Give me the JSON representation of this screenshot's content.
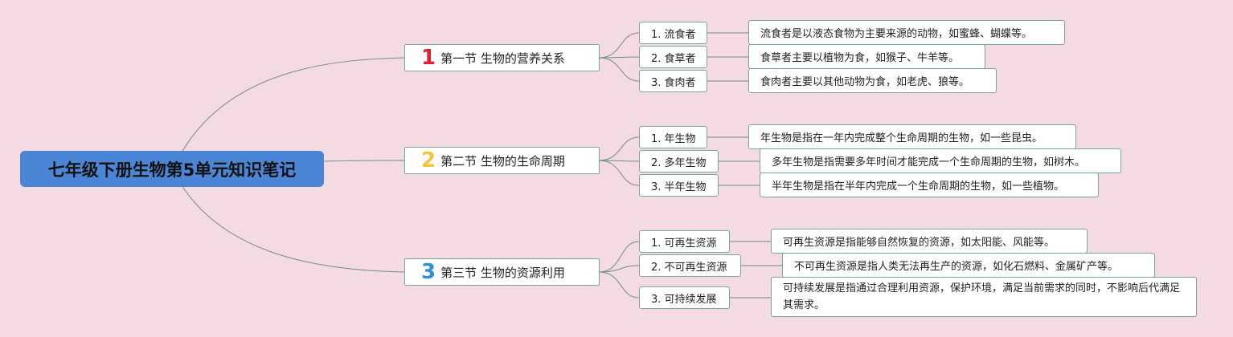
{
  "root": {
    "title": "七年级下册生物第5单元知识笔记"
  },
  "sections": [
    {
      "number": "1",
      "number_color": "#e0202f",
      "title": "第一节 生物的营养关系",
      "items": [
        {
          "label": "1. 流食者",
          "description": "流食者是以液态食物为主要来源的动物，如蜜蜂、蝴蝶等。"
        },
        {
          "label": "2. 食草者",
          "description": "食草者主要以植物为食，如猴子、牛羊等。"
        },
        {
          "label": "3. 食肉者",
          "description": "食肉者主要以其他动物为食，如老虎、狼等。"
        }
      ]
    },
    {
      "number": "2",
      "number_color": "#f2c53d",
      "title": "第二节 生物的生命周期",
      "items": [
        {
          "label": "1. 年生物",
          "description": "年生物是指在一年内完成整个生命周期的生物，如一些昆虫。"
        },
        {
          "label": "2. 多年生物",
          "description": "多年生物是指需要多年时间才能完成一个生命周期的生物，如树木。"
        },
        {
          "label": "3. 半年生物",
          "description": "半年生物是指在半年内完成一个生命周期的生物，如一些植物。"
        }
      ]
    },
    {
      "number": "3",
      "number_color": "#2f8fd8",
      "title": "第三节 生物的资源利用",
      "items": [
        {
          "label": "1. 可再生资源",
          "description": "可再生资源是指能够自然恢复的资源，如太阳能、风能等。"
        },
        {
          "label": "2. 不可再生资源",
          "description": "不可再生资源是指人类无法再生产的资源，如化石燃料、金属矿产等。"
        },
        {
          "label": "3. 可持续发展",
          "description": "可持续发展是指通过合理利用资源，保护环境，满足当前需求的同时，不影响后代满足其需求。"
        }
      ]
    }
  ],
  "colors": {
    "background": "#f3dbe1",
    "root": "#4b86d6",
    "border": "#7aa59a",
    "line": "#6f8f84"
  }
}
